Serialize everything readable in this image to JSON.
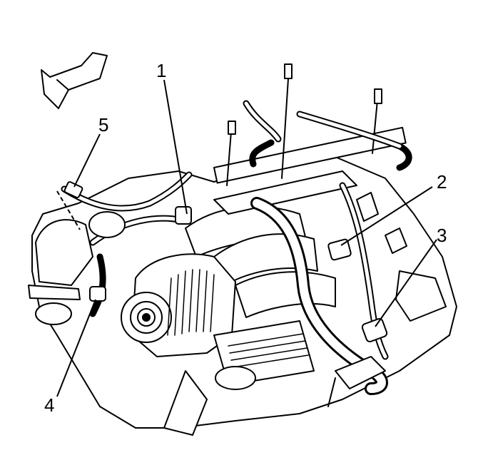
{
  "callouts": {
    "c1": "1",
    "c2": "2",
    "c3": "3",
    "c4": "4",
    "c5": "5"
  },
  "colors": {
    "line": "#000000",
    "fill": "#ffffff",
    "shade": "#e6e6e6"
  }
}
